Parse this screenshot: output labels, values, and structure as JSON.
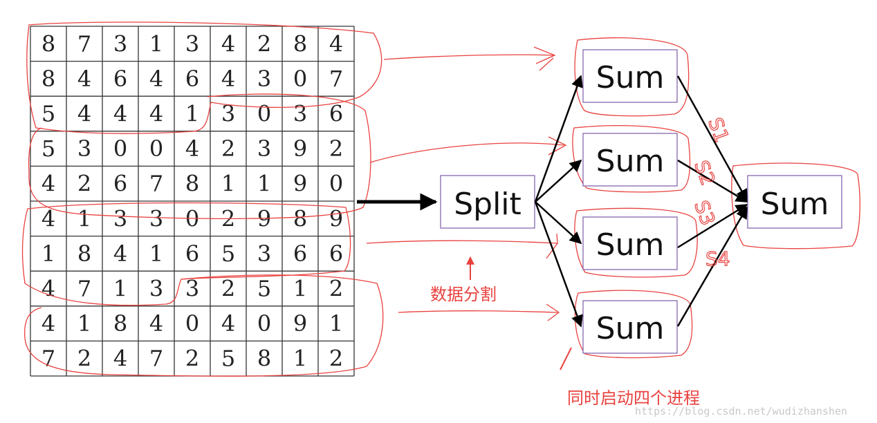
{
  "grid": {
    "rows": [
      [
        "8",
        "7",
        "3",
        "1",
        "3",
        "4",
        "2",
        "8",
        "4"
      ],
      [
        "8",
        "4",
        "6",
        "4",
        "6",
        "4",
        "3",
        "0",
        "7"
      ],
      [
        "5",
        "4",
        "4",
        "4",
        "1",
        "3",
        "0",
        "3",
        "6"
      ],
      [
        "5",
        "3",
        "0",
        "0",
        "4",
        "2",
        "3",
        "9",
        "2"
      ],
      [
        "4",
        "2",
        "6",
        "7",
        "8",
        "1",
        "1",
        "9",
        "0"
      ],
      [
        "4",
        "1",
        "3",
        "3",
        "0",
        "2",
        "9",
        "8",
        "9"
      ],
      [
        "1",
        "8",
        "4",
        "1",
        "6",
        "5",
        "3",
        "6",
        "6"
      ],
      [
        "4",
        "7",
        "1",
        "3",
        "3",
        "2",
        "5",
        "1",
        "2"
      ],
      [
        "4",
        "1",
        "8",
        "4",
        "0",
        "4",
        "0",
        "9",
        "1"
      ],
      [
        "7",
        "2",
        "4",
        "7",
        "2",
        "5",
        "8",
        "1",
        "2"
      ]
    ]
  },
  "nodes": {
    "split": "Split",
    "sum1": "Sum",
    "sum2": "Sum",
    "sum3": "Sum",
    "sum4": "Sum",
    "final_sum": "Sum"
  },
  "annotations": {
    "data_split": "数据分割",
    "start_processes": "同时启动四个进程",
    "s1": "S1",
    "s2": "S2",
    "s3": "S3",
    "s4": "S4"
  },
  "watermark": "https://blog.csdn.net/wudizhanshen",
  "colors": {
    "annotation": "#e8413e",
    "node_border": "#7b5aa6",
    "arrow": "#000000",
    "grid_line": "#333333"
  }
}
